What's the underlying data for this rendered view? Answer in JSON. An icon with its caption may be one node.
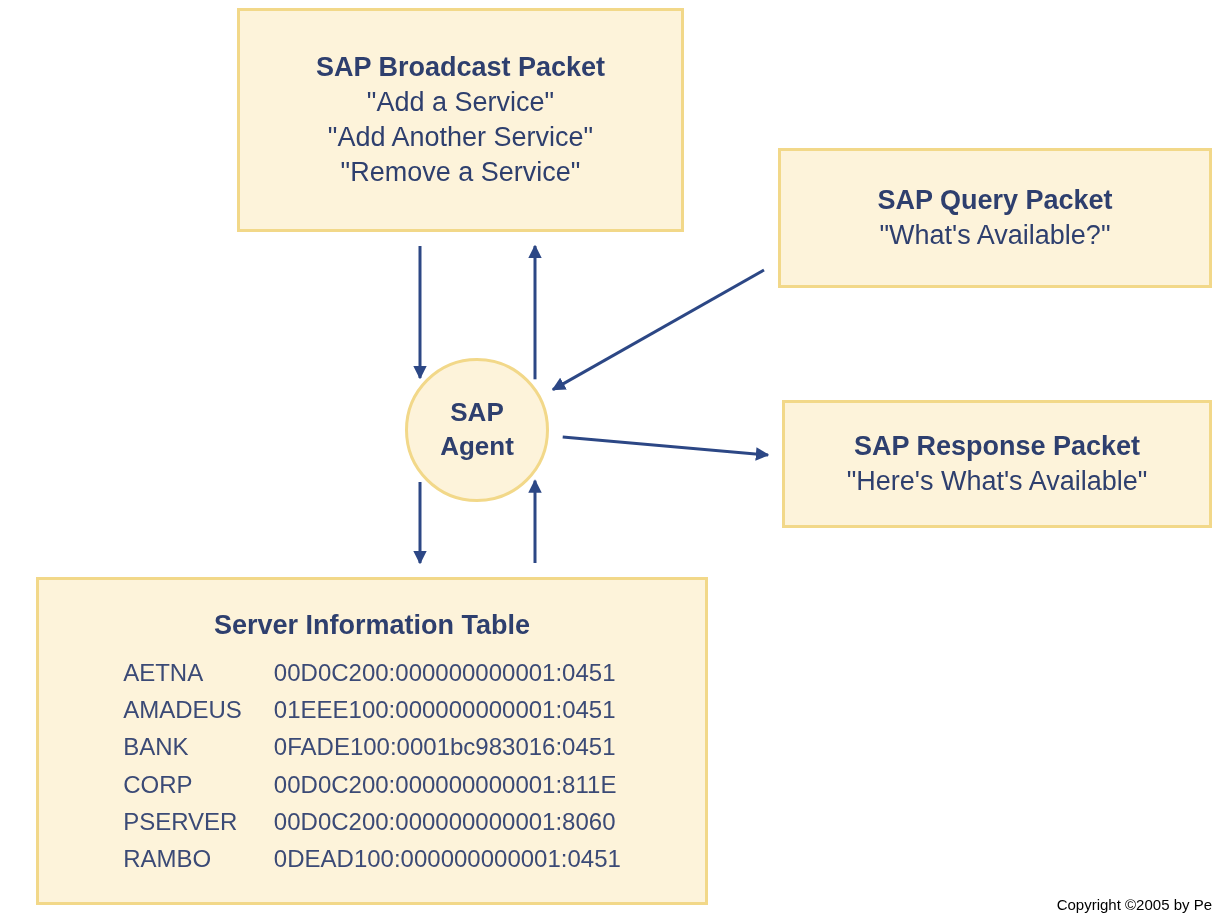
{
  "diagram": {
    "nodes": [
      {
        "text": [
          "SAP Broadcast Packet",
          "\"Add a Service\"",
          "\"Add Another Service\"",
          "\"Remove a Service\""
        ]
      },
      {
        "text": [
          "SAP Query Packet",
          "\"What's Available?\""
        ]
      },
      {
        "text": [
          "SAP Agent"
        ]
      },
      {
        "text": [
          "SAP Response Packet",
          "\"Here's What's Available\""
        ]
      },
      {
        "text": [
          "Server Information Table",
          "AETNA",
          "00D0C200:000000000001:0451",
          "AMADEUS",
          "01EEE100:000000000001:0451",
          "BANK",
          "0FADE100:0001bc983016:0451",
          "CORP",
          "00D0C200:000000000001:811E",
          "PSERVER",
          "00D0C200:000000000001:8060",
          "RAMBO",
          "0DEAD100:000000000001:0451"
        ]
      }
    ],
    "edges": [
      {
        "from": 0,
        "to": 2,
        "arrow": "to"
      },
      {
        "from": 2,
        "to": 0,
        "arrow": "to"
      },
      {
        "from": 1,
        "to": 2,
        "arrow": "to"
      },
      {
        "from": 2,
        "to": 3,
        "arrow": "to"
      },
      {
        "from": 2,
        "to": 4,
        "arrow": "to"
      },
      {
        "from": 4,
        "to": 2,
        "arrow": "to"
      }
    ],
    "labels": [
      "Copyright ©2005 by Pe"
    ]
  }
}
